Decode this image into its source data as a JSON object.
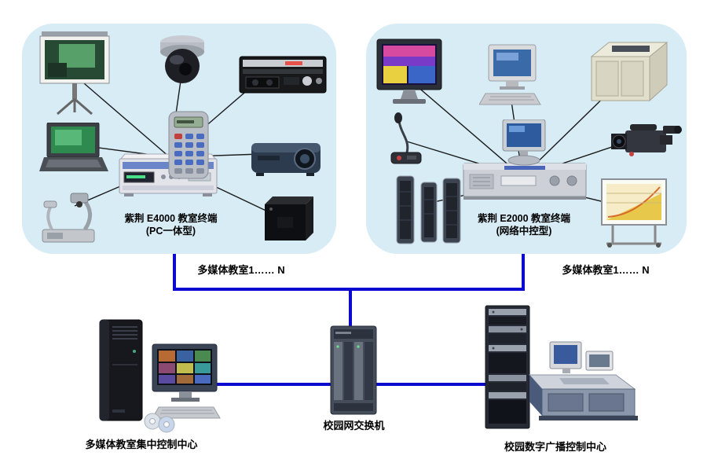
{
  "diagram": {
    "left_room": {
      "terminal_name": "紫荆 E4000 教室终端",
      "terminal_type": "(PC一体型)",
      "room_label": "多媒体教室1…… N"
    },
    "right_room": {
      "terminal_name": "紫荆 E2000 教室终端",
      "terminal_type": "(网络中控型)",
      "room_label": "多媒体教室1…… N"
    },
    "bottom": {
      "control_center_label": "多媒体教室集中控制中心",
      "switch_label": "校园网交换机",
      "broadcast_center_label": "校园数字广播控制中心"
    },
    "colors": {
      "panel": "#d7ecf5",
      "link_line": "#0a0ad0",
      "device_wire": "#1a1a1a",
      "background": "#ffffff"
    }
  }
}
